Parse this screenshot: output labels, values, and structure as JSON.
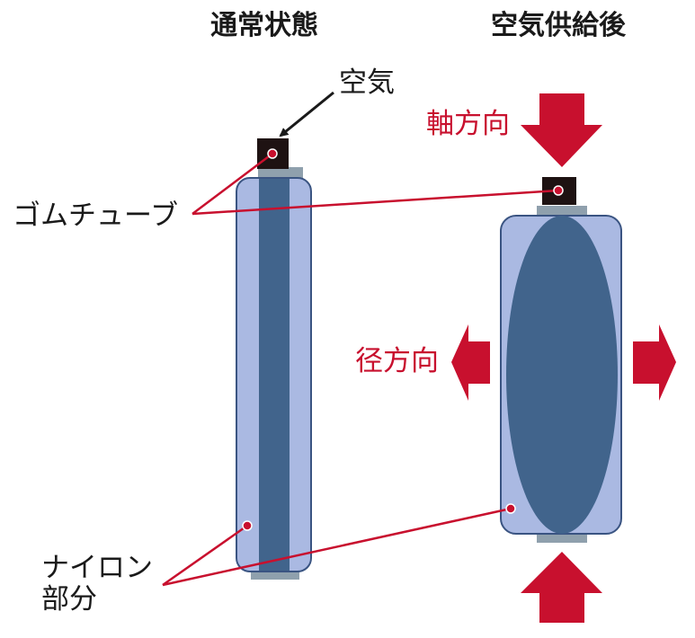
{
  "titles": {
    "left": "通常状態",
    "right": "空気供給後"
  },
  "labels": {
    "air": "空気",
    "rubber_tube": "ゴムチューブ",
    "nylon_line1": "ナイロン",
    "nylon_line2": "部分",
    "axial": "軸方向",
    "radial": "径方向"
  },
  "colors": {
    "nylon_fill": "#aab9e2",
    "nylon_stroke": "#3a5482",
    "rubber_fill": "#41648c",
    "cap": "#8fa0ad",
    "valve": "#1e1212",
    "arrow_red": "#c8102e",
    "leader_red": "#c8102e"
  }
}
